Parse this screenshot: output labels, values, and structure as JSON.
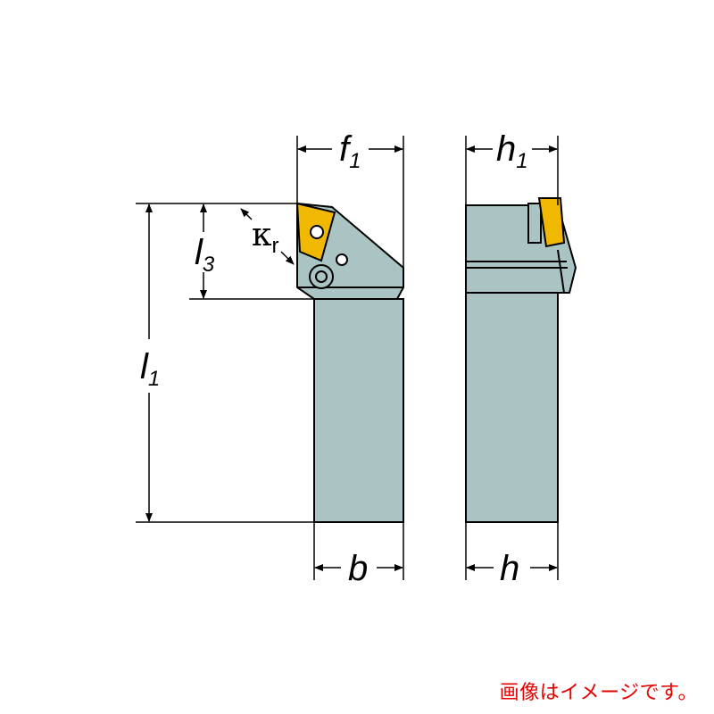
{
  "labels": {
    "f": "f",
    "f_sub": "1",
    "h_top": "h",
    "h_top_sub": "1",
    "l3": "l",
    "l3_sub": "3",
    "l1": "l",
    "l1_sub": "1",
    "kappa": "κ",
    "kappa_sub": "r",
    "b": "b",
    "h": "h"
  },
  "note": "画像はイメージです。",
  "colors": {
    "body": "#a9c4c3",
    "insert": "#f0b800",
    "line": "#000000",
    "note": "#e60000"
  }
}
